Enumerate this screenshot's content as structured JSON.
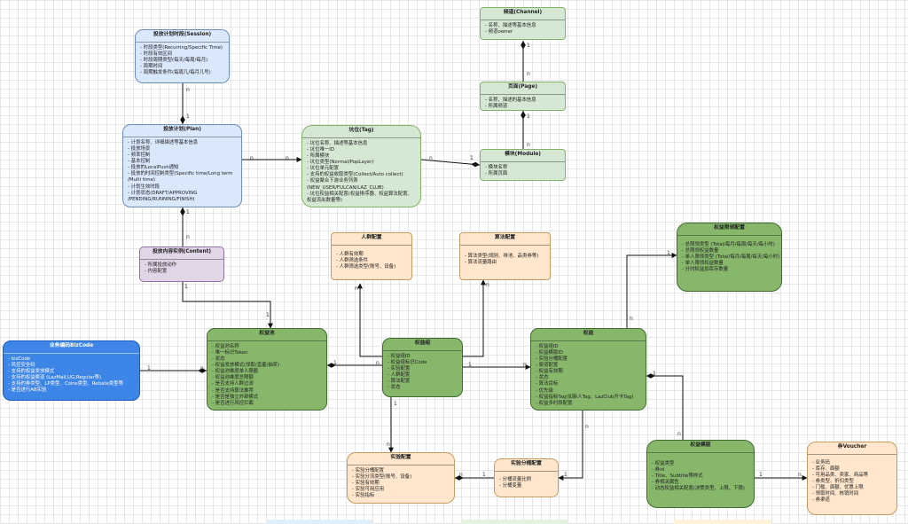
{
  "boxes": {
    "session": {
      "title": "投放计划时段(Session)",
      "items": [
        "时段类型(Recurring/Specific Time)",
        "时段有效区间",
        "时段周期类型(每天/每周/每月)",
        "周期时间",
        "周期触发条件(每周几/每月几号)"
      ]
    },
    "plan": {
      "title": "投放计划(Plan)",
      "items": [
        "计划名称、详细描述等基本信息",
        "投放场景",
        "频率控制",
        "基本控制",
        "投放的LocalPush通知",
        "投放的时间控制类型(Specific time/Long term /Multi time)",
        "计划生效时段",
        "计划状态(DRAFT/APPROVING /PENDING/RUNNING/FINISH)"
      ]
    },
    "content": {
      "title": "投放内容实例(Content)",
      "items": [
        "所属投放动作",
        "内容配置"
      ]
    },
    "tag": {
      "title": "坑位(Tag)",
      "items": [
        "坑位名称、描述等基本信息",
        "坑位唯一ID",
        "所属模块",
        "坑位类型(Normal/PopLayer)",
        "坑位单元配置",
        "支持的权益收取类型(Collect/Auto collect)",
        "权益聚合下游业务列表 (NEW_USER/FULCAN/LAZ_CLUB)",
        "坑位权益相关配置(权益排序器、权益算法配置、权益流出数量等)"
      ]
    },
    "channel": {
      "title": "频道(Channel)",
      "items": [
        "名称、描述等基本信息",
        "频道owner"
      ]
    },
    "page": {
      "title": "页面(Page)",
      "items": [
        "名称、描述的基本信息",
        "所属频道"
      ]
    },
    "module": {
      "title": "模块(Module)",
      "items": [
        "模块名称",
        "所属页面"
      ]
    },
    "crowd": {
      "title": "人群配置",
      "items": [
        "人群有效期",
        "人群筛选条件",
        "人群筛选类型(账号、设备)"
      ]
    },
    "algo": {
      "title": "算法配置",
      "items": [
        "算法类型(规则、排池、品类券等)",
        "算法流量路由"
      ]
    },
    "biz": {
      "title": "业务编码BizCode",
      "items": [
        "bizCode",
        "风控安全码",
        "支持的权益发放模式",
        "支持的权益渠道 (LazMall,UG,Regular等)",
        "支持的券类型、LP类型、Coins类型、Rebate类型等",
        "是否进行AB实验"
      ]
    },
    "pool": {
      "title": "权益池",
      "items": [
        "权益池名称",
        "唯一标识Token",
        "状态",
        "权益发放模式(领取/直塞/抽奖)",
        "权益池维度单人限额",
        "权益池维度总限额",
        "是否支持人群过滤",
        "是否支持算法推荐",
        "是否是独立外部模式",
        "是否进行风控拦截"
      ]
    },
    "group": {
      "title": "权益组",
      "items": [
        "权益组ID",
        "权益组标识Code",
        "实验配置",
        "人群配置",
        "算法配置",
        "状态"
      ]
    },
    "benefit": {
      "title": "权益",
      "items": [
        "权益组ID",
        "权益模版ID",
        "实验分桶配置",
        "渠道配置",
        "权益有效期",
        "状态",
        "算法目标",
        "优先级",
        "权益指标Tag(如新人Tag、LazClub开卡Tag)",
        "权益多时段配置"
      ]
    },
    "limit": {
      "title": "权益限领配置",
      "items": [
        "总限领类型 (Total/每月/每周/每天/每小时)",
        "总限领权益数量",
        "单人限领类型 (Total/每月/每周/每天/每小时)",
        "单人限领权益数量",
        "分时权益加库存数量"
      ]
    },
    "template": {
      "title": "权益模版",
      "items": [
        "权益类型",
        "券id",
        "Title、Subtitle等样式",
        "券相关属性",
        "动态权益相关配置(决策类型、上限、下限)"
      ]
    },
    "voucher": {
      "title": "券Voucher",
      "items": [
        "业务码",
        "库存、面额",
        "可用品类、卖家、商品等",
        "券类型、折扣类型",
        "门槛、面额、优惠上限",
        "领取时间、核销时间",
        "券渠道"
      ]
    },
    "experiment": {
      "title": "实验配置",
      "items": [
        "实验分桶配置",
        "实验分流类型(账号、设备)",
        "实验有效期",
        "实验可用应用",
        "实验指标"
      ]
    },
    "bucket": {
      "title": "实验分桶配置",
      "items": [
        "分桶流量比例",
        "分桶变量"
      ]
    }
  },
  "edge_labels": {
    "n": "n",
    "one": "1"
  },
  "colors": {
    "light_blue": "#dae8fc",
    "light_green": "#d5e8d4",
    "dark_green": "#86b76b",
    "orange": "#ffe6cc",
    "purple": "#e1d5e7",
    "bright_blue": "#3d85e6"
  }
}
